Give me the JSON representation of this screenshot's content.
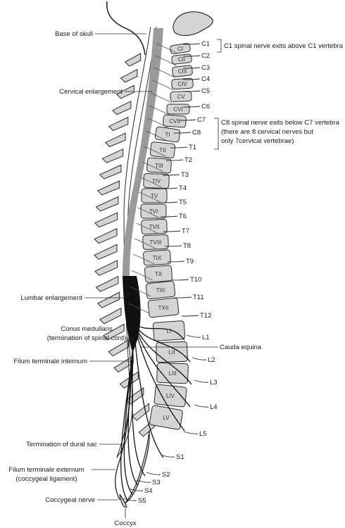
{
  "left_labels": [
    {
      "id": "base-of-skull",
      "lines": [
        "Base of skull"
      ]
    },
    {
      "id": "cervical-enlargement",
      "lines": [
        "Cervical enlargement"
      ]
    },
    {
      "id": "lumbar-enlargement",
      "lines": [
        "Lumbar enlargement"
      ]
    },
    {
      "id": "conus-medullaris",
      "lines": [
        "Conus medullaris",
        "(termination of spinal cord)"
      ]
    },
    {
      "id": "filum-terminale-internum",
      "lines": [
        "Filum terminale internum"
      ]
    },
    {
      "id": "termination-of-dural-sac",
      "lines": [
        "Termination of dural sac"
      ]
    },
    {
      "id": "filum-terminale-externum",
      "lines": [
        "Filum terminale externum",
        "(coccygeal ligament)"
      ]
    },
    {
      "id": "coccygeal-nerve",
      "lines": [
        "Coccygeal nerve"
      ]
    }
  ],
  "bottom_label": "Coccyx",
  "cauda_equina": "Cauda equina",
  "vertebrae": [
    "CI",
    "CII",
    "CIII",
    "CIV",
    "CV",
    "CVI",
    "CVII",
    "TI",
    "TII",
    "TIII",
    "TIV",
    "TV",
    "TVI",
    "TVII",
    "TVIII",
    "TIX",
    "TX",
    "TXI",
    "TXII",
    "LI",
    "LII",
    "LIII",
    "LIV",
    "LV"
  ],
  "spinal_nerves": [
    "C1",
    "C2",
    "C3",
    "C4",
    "C5",
    "C6",
    "C7",
    "C8",
    "T1",
    "T2",
    "T3",
    "T4",
    "T5",
    "T6",
    "T7",
    "T8",
    "T9",
    "T10",
    "T11",
    "T12",
    "L1",
    "L2",
    "L3",
    "L4",
    "L5",
    "S1",
    "S2",
    "S3",
    "S4",
    "S5"
  ],
  "notes": {
    "c1": "C1 spinal nerve exits above C1 vertebra",
    "c8": [
      "C8 spinal nerve exits below C7 vertebra",
      "(there are 8 cervical nerves but",
      "only 7cervical vertebrae)"
    ]
  },
  "colors": {
    "bone": "#d4d4d4",
    "outline": "#2a2a2a",
    "cord_gray": "#9a9a9a",
    "cord_dark": "#111111"
  }
}
